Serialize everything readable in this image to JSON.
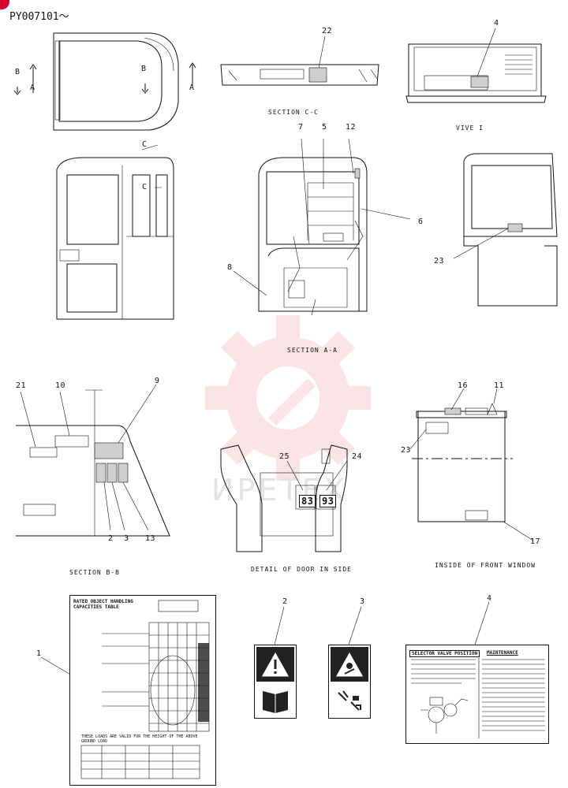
{
  "drawing": {
    "code": "PY007101～",
    "brand_color": "#d8002c",
    "watermark_color": "#f2a0a8",
    "watermark_text": "ИРЕТЕХ"
  },
  "views": {
    "section_cc": "SECTION C-C",
    "vive_i": "VIVE I",
    "section_aa": "SECTION A-A",
    "section_bb": "SECTION B-B",
    "detail_door": "DETAIL OF DOOR IN SIDE",
    "inside_front_window": "INSIDE OF FRONT WINDOW"
  },
  "markers": {
    "b_left": "B",
    "a_left": "A",
    "b_mid": "B",
    "a_right": "A",
    "c_top": "C",
    "c_mid": "C"
  },
  "callouts": {
    "n22": "22",
    "n4_top": "4",
    "n7": "7",
    "n5": "5",
    "n12": "12",
    "n6": "6",
    "n8": "8",
    "n23_right": "23",
    "n21": "21",
    "n10": "10",
    "n9": "9",
    "n2": "2",
    "n3": "3",
    "n13": "13",
    "n25": "25",
    "n24": "24",
    "n16": "16",
    "n11": "11",
    "n23_window": "23",
    "n17": "17",
    "n1": "1",
    "n2_plate": "2",
    "n3_plate": "3",
    "n4_plate": "4"
  },
  "door_stickers": {
    "left": "83",
    "right": "93"
  },
  "plate1": {
    "title": "RATED OBJECT HANDLING CAPACITIES TABLE",
    "footer": "THESE LOADS ARE VALID FOR THE HEIGHT OF THE ABOVE GROUND LOAD"
  },
  "plate4": {
    "left_title": "SELECTOR VALVE POSITION",
    "right_title": "MAINTENANCE"
  }
}
